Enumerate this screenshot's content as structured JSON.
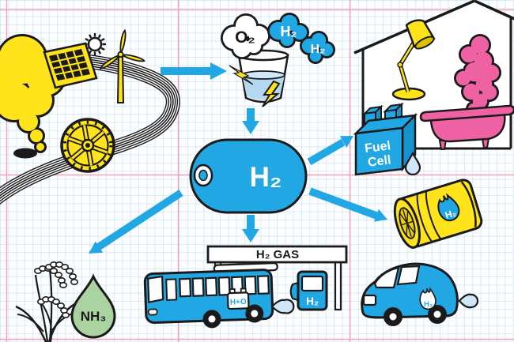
{
  "labels": {
    "oxygen_cloud": "O₂",
    "hydrogen_cloud_1": "H₂",
    "hydrogen_cloud_2": "H₂",
    "hydrogen_tank": "H₂",
    "fuel_cell_line1": "Fuel",
    "fuel_cell_line2": "Cell",
    "station_sign": "H₂ GAS",
    "bus_badge": "H+O",
    "fuel_pump": "H₂",
    "canister_logo": "H₂",
    "car_logo": "H₂",
    "ammonia_drop": "NH₃"
  },
  "colors": {
    "hydrogen_blue": "#22a7e5",
    "energy_yellow": "#ffe41c",
    "steam_pink": "#ee62a4",
    "ammonia_green": "#a9d4a1",
    "water_light_blue": "#cfe6f8",
    "glass_water": "#b5d8f1",
    "outline_black": "#1a1a1a",
    "grid_blue": "#d9e9f7",
    "margin_red": "#f2a0b2"
  }
}
